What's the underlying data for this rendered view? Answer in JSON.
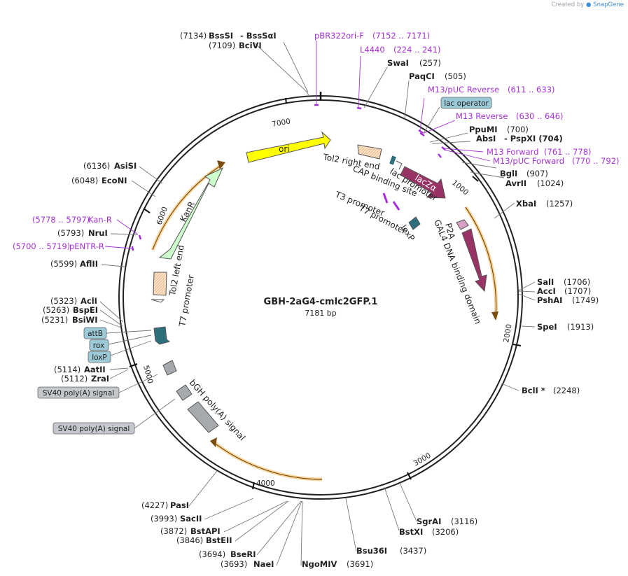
{
  "credit": {
    "prefix": "Created by",
    "brand": "SnapGene"
  },
  "plasmid": {
    "name": "GBH-2aG4-cmlc2GFP.1",
    "length": "7181 bp"
  },
  "tick_labels": [
    "1000",
    "2000",
    "3000",
    "4000",
    "5000",
    "6000",
    "7000"
  ],
  "enzymes": [
    {
      "name": "BssSI",
      "pos": "(7134)",
      "extra": "- BssSαI"
    },
    {
      "name": "BciVI",
      "pos": "(7109)"
    },
    {
      "name": "SwaI",
      "pos": "(257)"
    },
    {
      "name": "PaqCI",
      "pos": "(505)"
    },
    {
      "name": "PpuMI",
      "pos": "(700)"
    },
    {
      "name": "AbsI",
      "pos": "",
      "extra": "- PspXI (704)"
    },
    {
      "name": "BglI",
      "pos": "(907)"
    },
    {
      "name": "AvrII",
      "pos": "(1024)"
    },
    {
      "name": "XbaI",
      "pos": "(1257)"
    },
    {
      "name": "SalI",
      "pos": "(1706)"
    },
    {
      "name": "AccI",
      "pos": "(1707)"
    },
    {
      "name": "PshAI",
      "pos": "(1749)"
    },
    {
      "name": "SpeI",
      "pos": "(1913)"
    },
    {
      "name": "BclI *",
      "pos": "(2248)"
    },
    {
      "name": "SgrAI",
      "pos": "(3116)"
    },
    {
      "name": "BstXI",
      "pos": "(3206)"
    },
    {
      "name": "Bsu36I",
      "pos": "(3437)"
    },
    {
      "name": "NgoMIV",
      "pos": "(3691)"
    },
    {
      "name": "NaeI",
      "pos": "(3693)"
    },
    {
      "name": "BseRI",
      "pos": "(3694)"
    },
    {
      "name": "BstEII",
      "pos": "(3846)"
    },
    {
      "name": "BstAPI",
      "pos": "(3872)"
    },
    {
      "name": "SacII",
      "pos": "(3993)"
    },
    {
      "name": "PasI",
      "pos": "(4227)"
    },
    {
      "name": "ZraI",
      "pos": "(5112)"
    },
    {
      "name": "AatII",
      "pos": "(5114)"
    },
    {
      "name": "BsiWI",
      "pos": "(5231)"
    },
    {
      "name": "BspEI",
      "pos": "(5263)"
    },
    {
      "name": "AclI",
      "pos": "(5323)"
    },
    {
      "name": "AflII",
      "pos": "(5599)"
    },
    {
      "name": "NruI",
      "pos": "(5793)"
    },
    {
      "name": "EcoNI",
      "pos": "(6048)"
    },
    {
      "name": "AsiSI",
      "pos": "(6136)"
    }
  ],
  "primers": [
    {
      "name": "pBR322ori-F",
      "range": "(7152 .. 7171)"
    },
    {
      "name": "L4440",
      "range": "(224 .. 241)"
    },
    {
      "name": "M13/pUC Reverse",
      "range": "(611 .. 633)"
    },
    {
      "name": "M13 Reverse",
      "range": "(630 .. 646)"
    },
    {
      "name": "M13 Forward",
      "range": "(761 .. 778)"
    },
    {
      "name": "M13/pUC Forward",
      "range": "(770 .. 792)"
    },
    {
      "name": "Kan-R",
      "range": "(5778 .. 5797)"
    },
    {
      "name": "pENTR-R",
      "range": "(5700 .. 5719)"
    }
  ],
  "boxed_labels": {
    "lac_operator": "lac operator",
    "attB": "attB",
    "rox": "rox",
    "loxP": "loxP",
    "sv40_a": "SV40 poly(A) signal",
    "sv40_b": "SV40 poly(A) signal"
  },
  "features": {
    "ori": "ori",
    "lacZa": "lacZα",
    "kanR": "KanR",
    "tol2_right": "Tol2 right end",
    "cap_site": "CAP binding site",
    "lac_promoter": "lac promoter",
    "t3_promoter": "T3 promoter",
    "t7_promoter_a": "T7 promoter",
    "loxP_inner": "loxP",
    "p2a": "P2A",
    "gal4": "GAL4 DNA binding domain",
    "tol2_left": "Tol2 left end",
    "t7_promoter_b": "T7 promoter",
    "bgh": "bGH poly(A) signal"
  },
  "colors": {
    "ori": "#ffff00",
    "lacZa": "#993366",
    "kanR": "#ccffcc",
    "tol2": "#ffe0c0",
    "loxP": "#2e6f7e",
    "polyA": "#a6a9ae",
    "primer": "#a630d8",
    "orf": "#f3b54a",
    "boxed": "#9cc9d6"
  }
}
